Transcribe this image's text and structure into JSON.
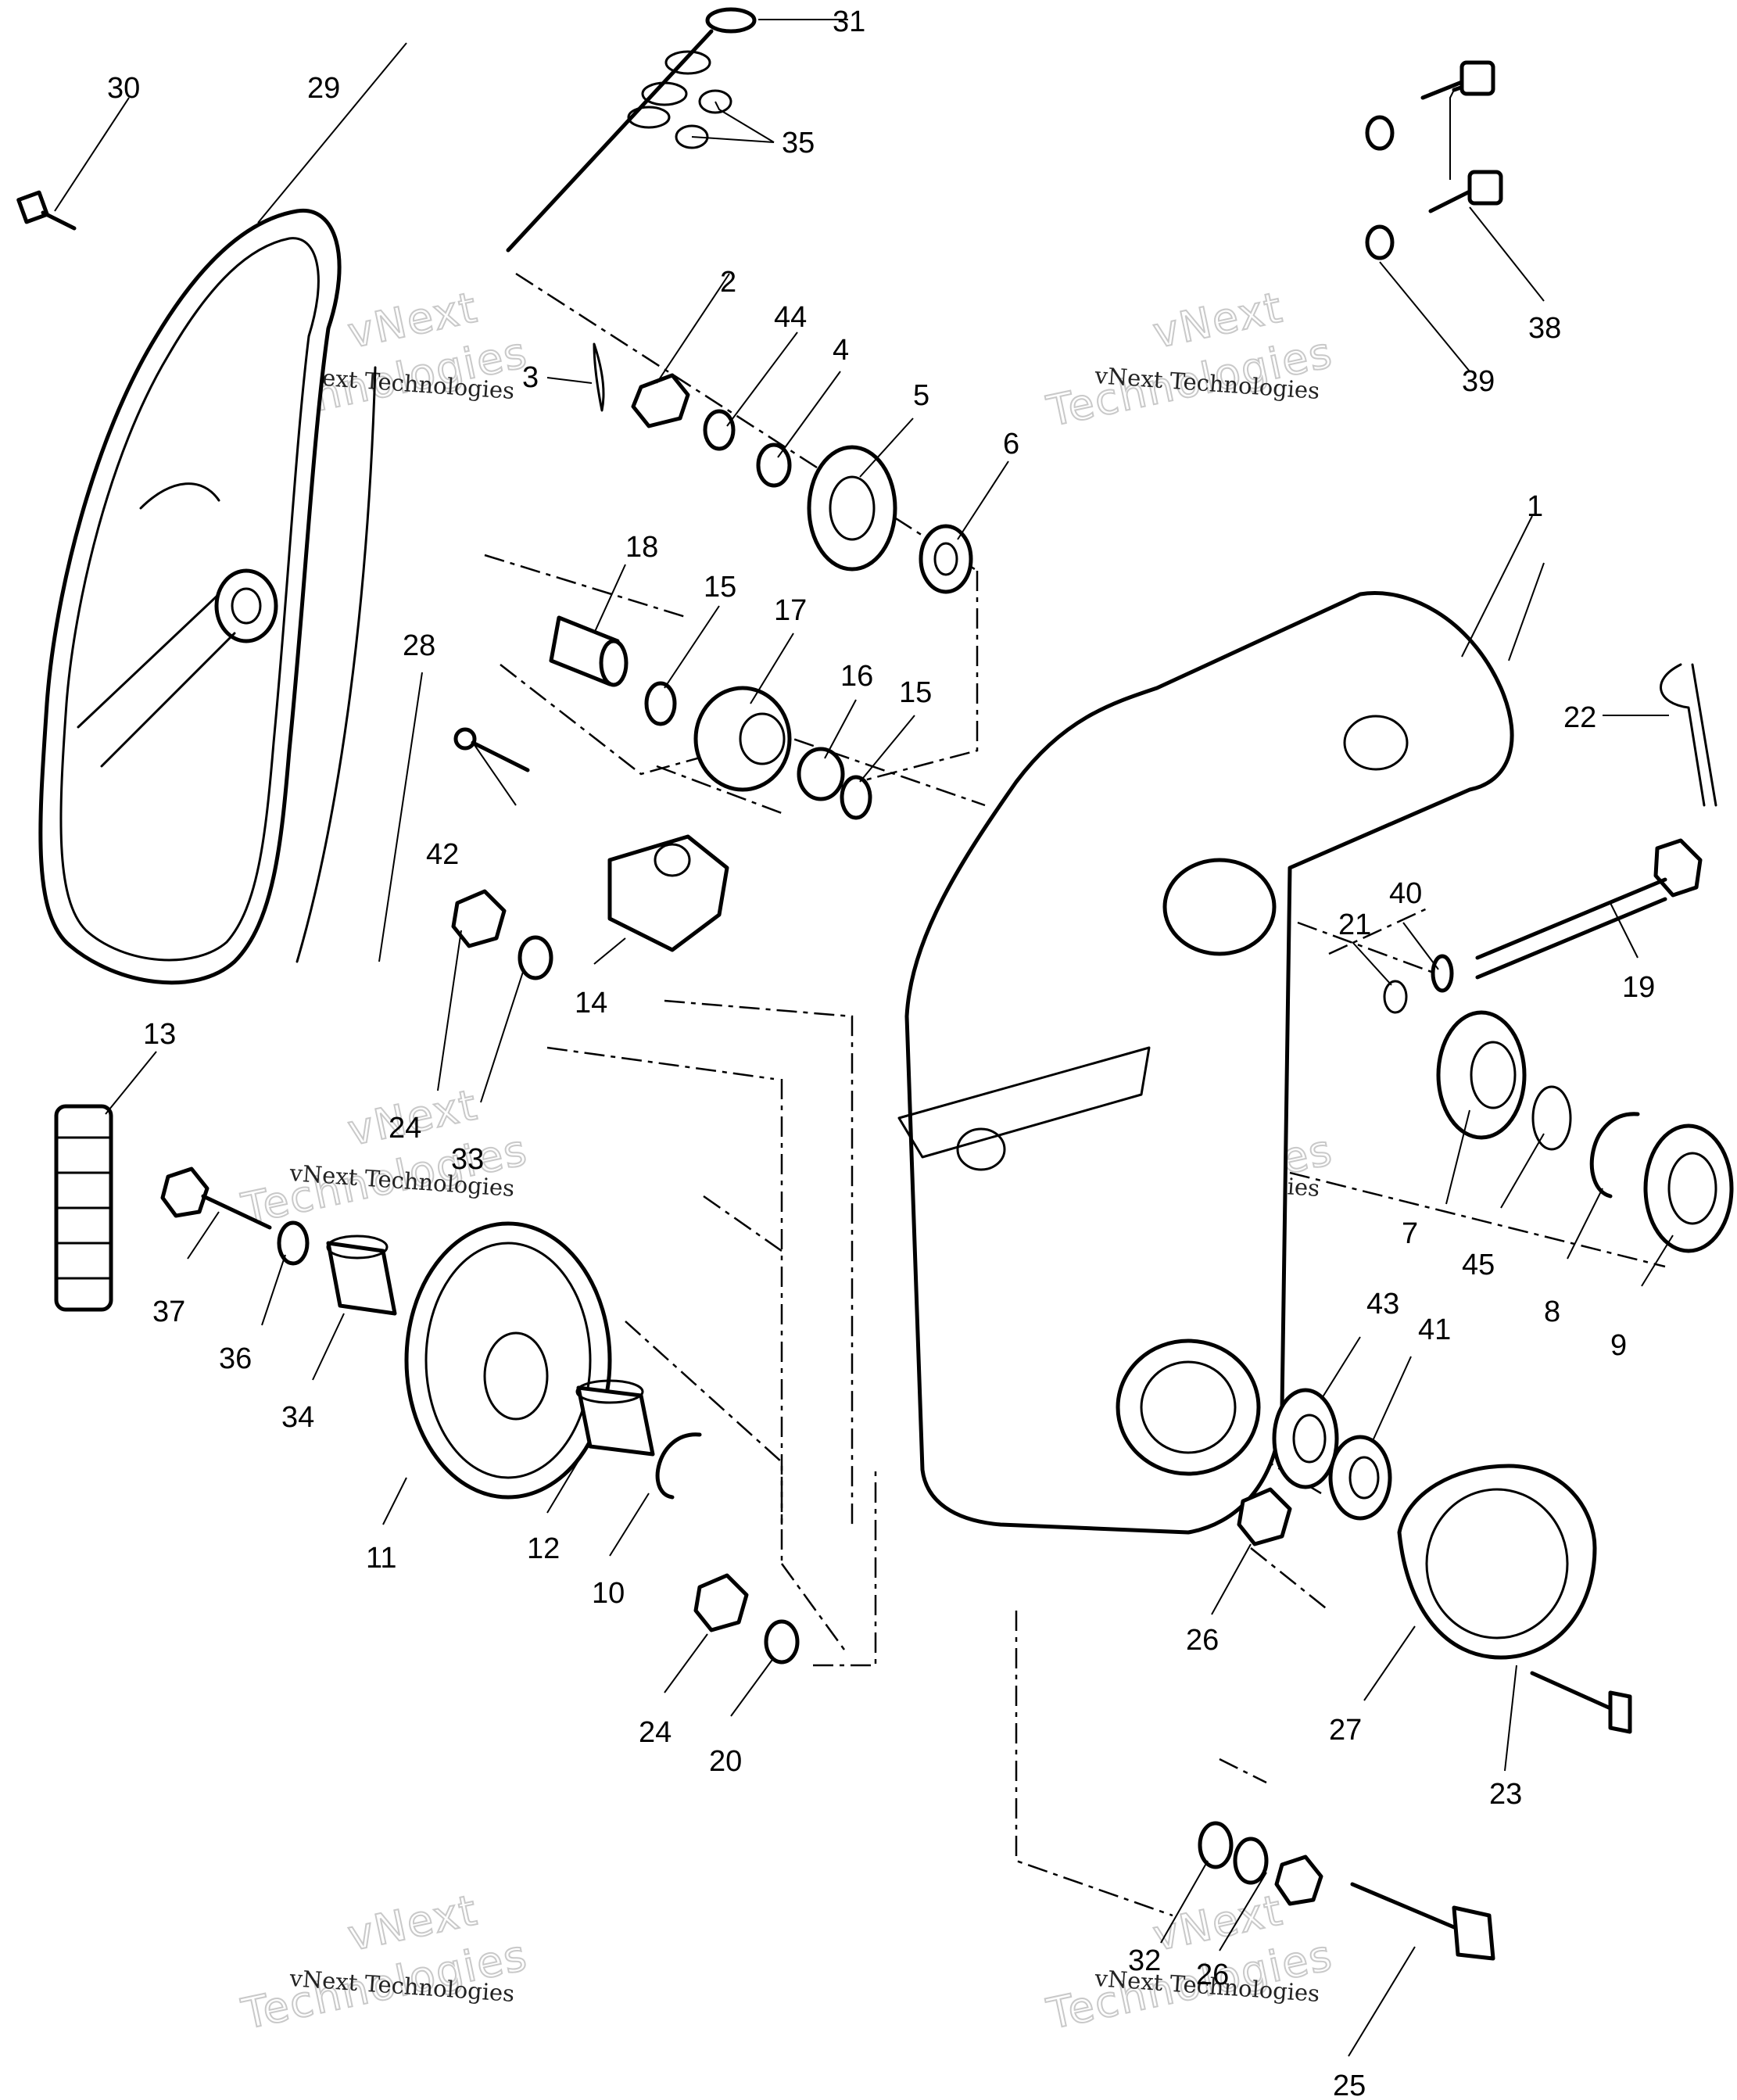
{
  "watermark": {
    "small_text": "vNext Technologies",
    "big_line1": "vNext",
    "big_line2": "Technologies"
  },
  "callouts": [
    "1",
    "2",
    "3",
    "4",
    "5",
    "6",
    "7",
    "8",
    "9",
    "10",
    "11",
    "12",
    "13",
    "14",
    "15",
    "15",
    "16",
    "17",
    "18",
    "19",
    "20",
    "21",
    "22",
    "23",
    "24",
    "24",
    "25",
    "26",
    "26",
    "27",
    "28",
    "29",
    "30",
    "31",
    "32",
    "33",
    "34",
    "35",
    "36",
    "37",
    "38",
    "39",
    "40",
    "41",
    "42",
    "43",
    "44",
    "45"
  ]
}
